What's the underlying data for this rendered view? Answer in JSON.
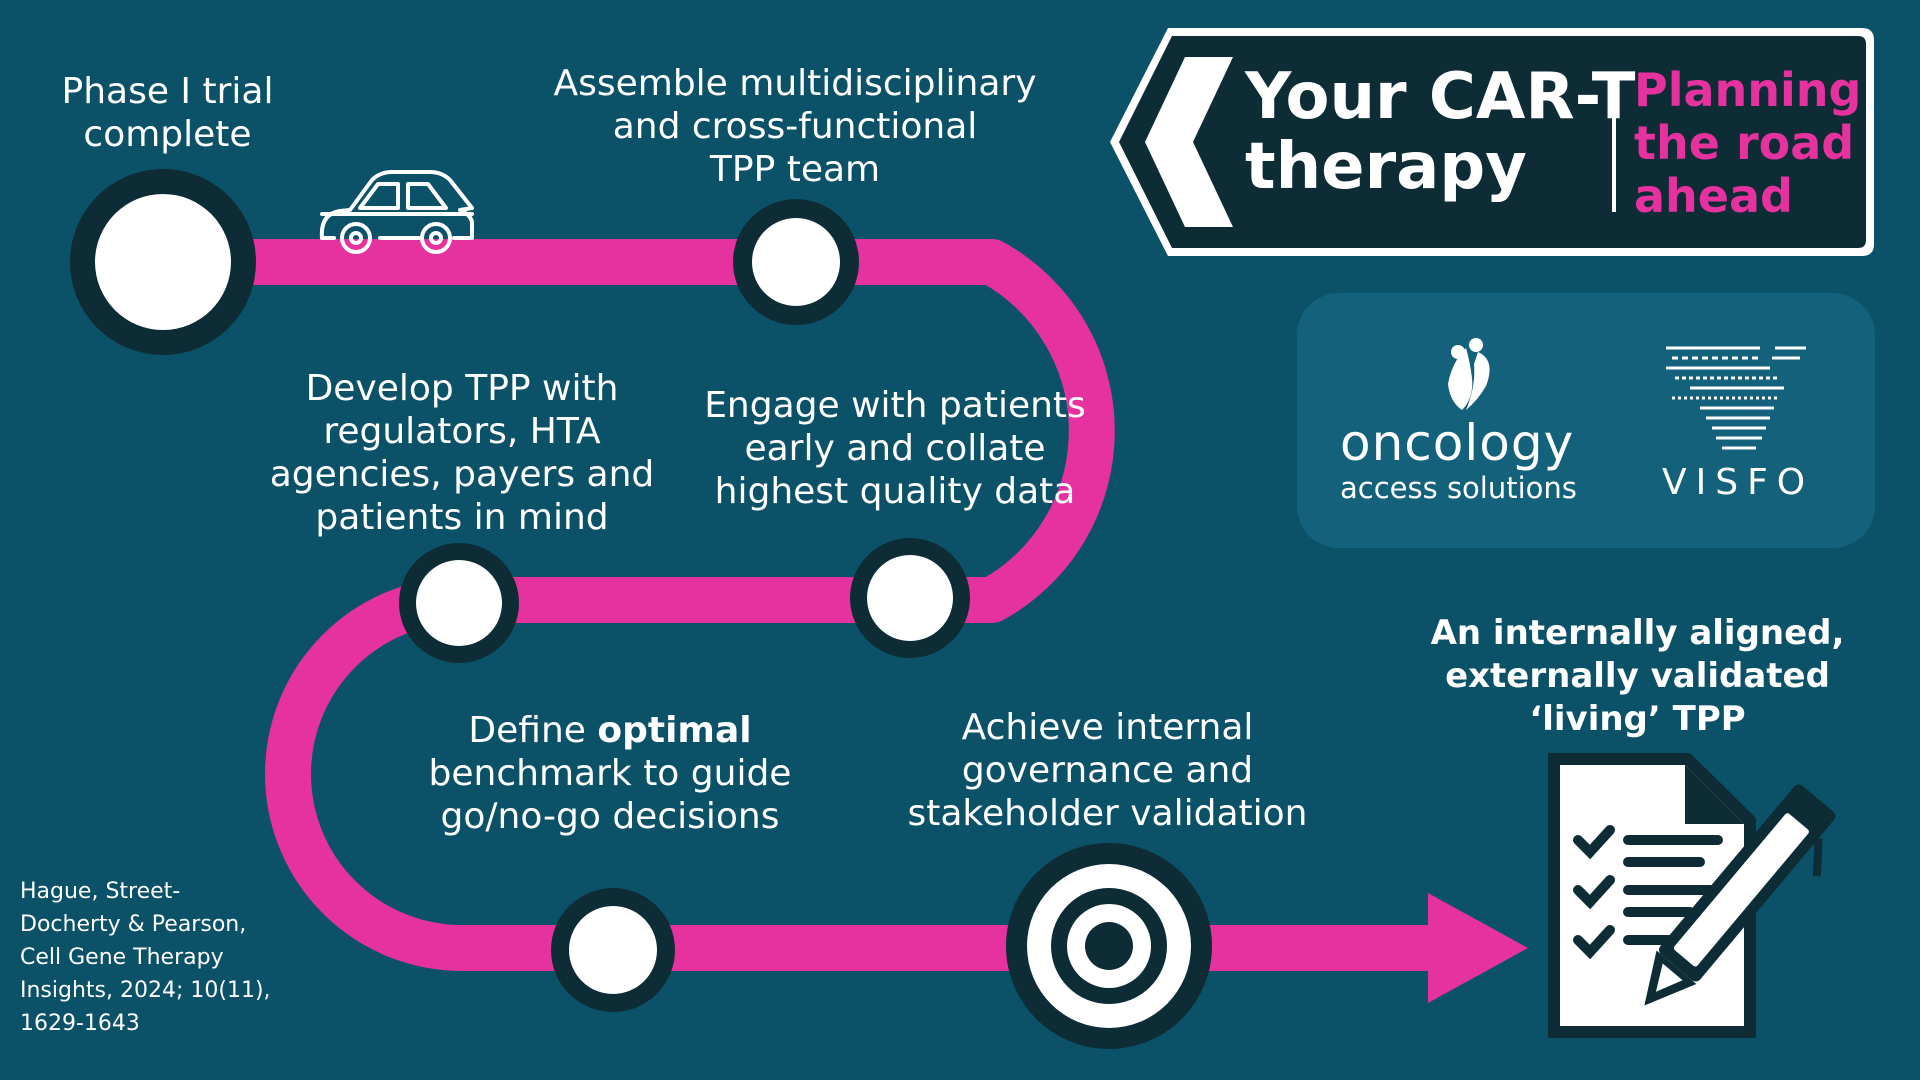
{
  "sign": {
    "title_lines": [
      "Your CAR-T",
      "therapy"
    ],
    "subtitle_lines": [
      "Planning",
      "the road",
      "ahead"
    ]
  },
  "steps": [
    {
      "id": "phase1",
      "lines": [
        "Phase I trial",
        "complete"
      ]
    },
    {
      "id": "assemble",
      "lines": [
        "Assemble multidisciplinary",
        "and cross-functional",
        "TPP team"
      ]
    },
    {
      "id": "engage",
      "lines": [
        "Engage with patients",
        "early and collate",
        "highest quality data"
      ]
    },
    {
      "id": "develop",
      "lines": [
        "Develop TPP with",
        "regulators, HTA",
        "agencies, payers and",
        "patients in mind"
      ]
    },
    {
      "id": "define",
      "line1_prefix": "Define ",
      "line1_bold": "optimal",
      "lines_rest": [
        "benchmark to guide",
        "go/no-go decisions"
      ]
    },
    {
      "id": "achieve",
      "lines": [
        "Achieve internal",
        "governance and",
        "stakeholder validation"
      ]
    }
  ],
  "outcome": {
    "lines": [
      "An internally aligned,",
      "externally validated",
      "‘living’ TPP"
    ]
  },
  "citation": {
    "lines": [
      "Hague, Street-",
      "Docherty & Pearson,",
      "Cell Gene Therapy",
      "Insights, 2024; 10(11),",
      "1629-1643"
    ]
  },
  "logos": {
    "oncology_name": "oncology",
    "oncology_tagline": "access solutions",
    "visfo_name": "VISFO"
  },
  "icons": [
    "car-icon",
    "target-icon",
    "checklist-document-icon",
    "pen-icon",
    "arrow-head-icon",
    "chevron-left-icon"
  ],
  "colors": {
    "background": "#0b5168",
    "road": "#e6329f",
    "node_ring": "#0d2c35",
    "node_fill": "#ffffff",
    "sign_bg": "#0d2c35",
    "accent_pink": "#e6329f",
    "logo_panel": "#13617a"
  }
}
